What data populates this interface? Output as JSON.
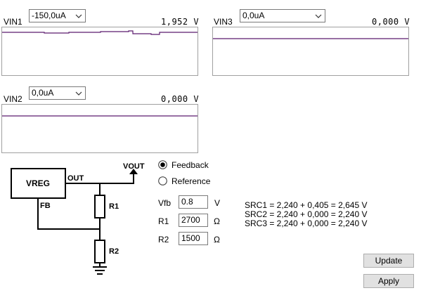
{
  "channels": {
    "vin1": {
      "label": "VIN1",
      "current": "-150,0uA",
      "voltage": "1,952 V"
    },
    "vin3": {
      "label": "VIN3",
      "current": "0,0uA",
      "voltage": "0,000 V"
    },
    "vin2": {
      "label": "VIN2",
      "current": "0,0uA",
      "voltage": "0,000 V"
    }
  },
  "plot_color": "#5b1a6e",
  "schematic": {
    "vreg": "VREG",
    "out": "OUT",
    "fb": "FB",
    "vout": "VOUT",
    "r1": "R1",
    "r2": "R2"
  },
  "mode": {
    "feedback_label": "Feedback",
    "reference_label": "Reference",
    "selected": "feedback"
  },
  "params": {
    "vfb_label": "Vfb",
    "vfb_value": "0.8",
    "vfb_unit": "V",
    "r1_label": "R1",
    "r1_value": "2700",
    "r1_unit": "Ω",
    "r2_label": "R2",
    "r2_value": "1500",
    "r2_unit": "Ω"
  },
  "results": [
    "SRC1 = 2,240 + 0,405 = 2,645 V",
    "SRC2 = 2,240 + 0,000 = 2,240 V",
    "SRC3 = 2,240 + 0,000 = 2,240 V"
  ],
  "buttons": {
    "update": "Update",
    "apply": "Apply"
  }
}
